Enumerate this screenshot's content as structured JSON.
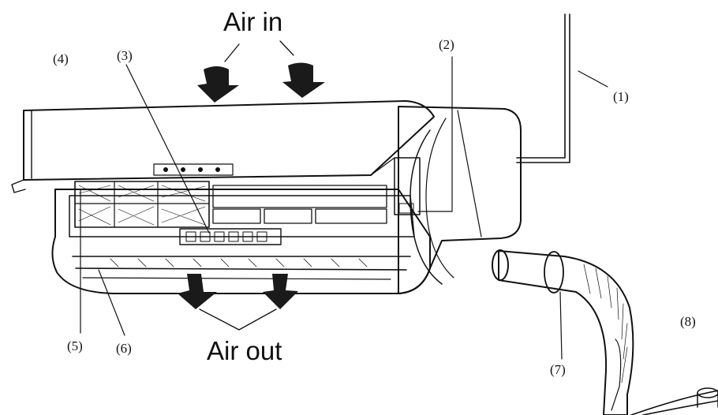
{
  "labels": {
    "air_in": "Air in",
    "air_out": "Air out"
  },
  "callouts": {
    "c1": "(1)",
    "c2": "(2)",
    "c3": "(3)",
    "c4": "(4)",
    "c5": "(5)",
    "c6": "(6)",
    "c7": "(7)",
    "c8": "(8)"
  },
  "colors": {
    "ink": "#111111",
    "fill": "#ffffff",
    "arrow": "#1a1a1a"
  }
}
